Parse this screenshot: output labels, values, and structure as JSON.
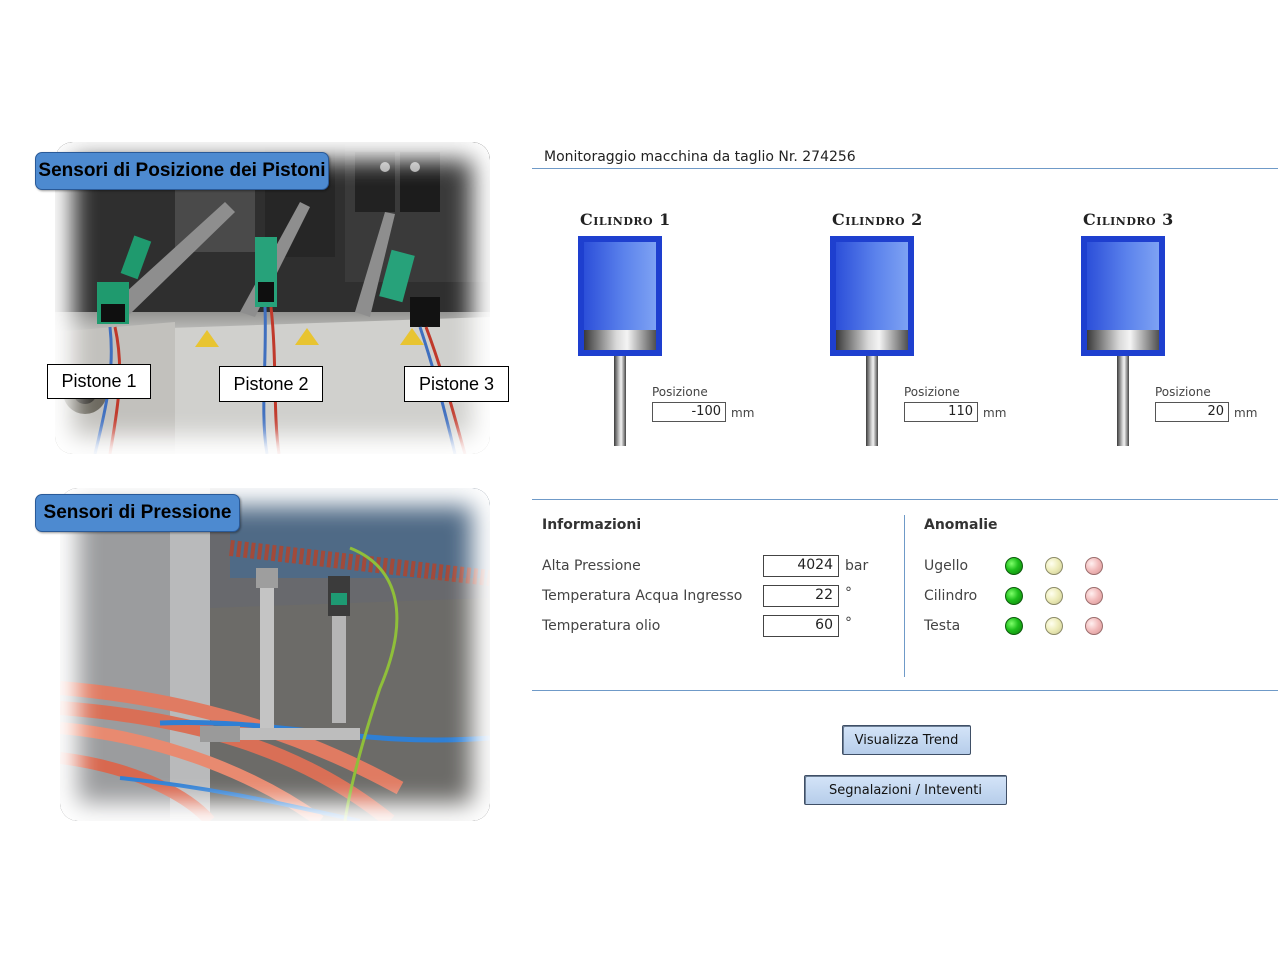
{
  "photos": {
    "top_callout": "Sensori di Posizione dei Pistoni",
    "bottom_callout": "Sensori di Pressione",
    "pistoni": [
      "Pistone 1",
      "Pistone 2",
      "Pistone 3"
    ]
  },
  "monitor": {
    "title": "Monitoraggio macchina da taglio Nr. 274256",
    "cylinders": [
      {
        "name": "Cilindro 1",
        "position_label": "Posizione",
        "position": "-100",
        "unit": "mm"
      },
      {
        "name": "Cilindro 2",
        "position_label": "Posizione",
        "position": "110",
        "unit": "mm"
      },
      {
        "name": "Cilindro 3",
        "position_label": "Posizione",
        "position": "20",
        "unit": "mm"
      }
    ],
    "info": {
      "title": "Informazioni",
      "rows": [
        {
          "label": "Alta Pressione",
          "value": "4024",
          "unit": "bar"
        },
        {
          "label": "Temperatura Acqua Ingresso",
          "value": "22",
          "unit": "°"
        },
        {
          "label": "Temperatura olio",
          "value": "60",
          "unit": "°"
        }
      ]
    },
    "anomalie": {
      "title": "Anomalie",
      "rows": [
        {
          "label": "Ugello",
          "state": "green"
        },
        {
          "label": "Cilindro",
          "state": "green"
        },
        {
          "label": "Testa",
          "state": "green"
        }
      ],
      "colors": {
        "green": "#1fbf1c",
        "yellow": "#ecebb6",
        "red": "#f1b9b9"
      }
    },
    "buttons": {
      "trend": "Visualizza Trend",
      "segnalazioni": "Segnalazioni / Inteventi"
    }
  }
}
